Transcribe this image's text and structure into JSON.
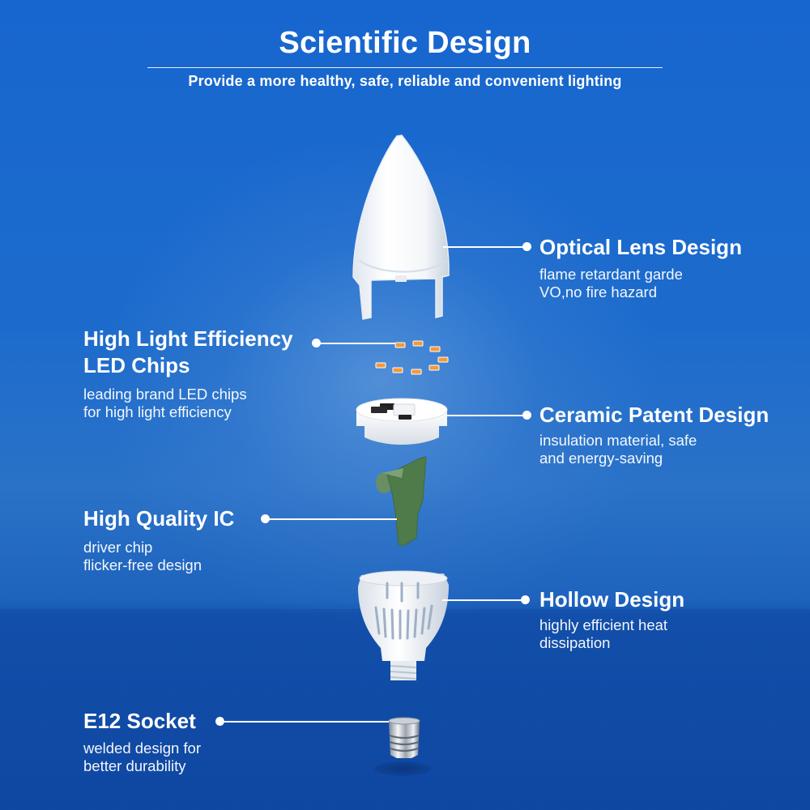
{
  "header": {
    "title": "Scientific Design",
    "subtitle": "Provide a more healthy, safe, reliable and convenient lighting"
  },
  "colors": {
    "background_top": "#1766cf",
    "background_bottom": "#1150a9",
    "text": "#ffffff",
    "led_chip": "#f29a3a",
    "ic_board": "#4f7a4a"
  },
  "features": [
    {
      "id": "optical-lens",
      "title": "Optical Lens Design",
      "desc_lines": [
        "flame retardant garde",
        "VO,no fire hazard"
      ],
      "side": "right",
      "part_icon": "lens-cover-icon"
    },
    {
      "id": "led-chips",
      "title_lines": [
        "High Light Efficiency",
        "LED Chips"
      ],
      "desc_lines": [
        "leading brand LED chips",
        "for high light efficiency"
      ],
      "side": "left",
      "part_icon": "led-chips-icon"
    },
    {
      "id": "ceramic",
      "title": "Ceramic Patent Design",
      "desc_lines": [
        "insulation material, safe",
        "and energy-saving"
      ],
      "side": "right",
      "part_icon": "ceramic-base-icon"
    },
    {
      "id": "ic",
      "title": "High Quality IC",
      "desc_lines": [
        "driver chip",
        "flicker-free design"
      ],
      "side": "left",
      "part_icon": "driver-board-icon"
    },
    {
      "id": "hollow",
      "title": "Hollow Design",
      "desc_lines": [
        "highly efficient heat",
        "dissipation"
      ],
      "side": "right",
      "part_icon": "heatsink-housing-icon"
    },
    {
      "id": "socket",
      "title": "E12 Socket",
      "desc_lines": [
        "welded design for",
        "better durability"
      ],
      "side": "left",
      "part_icon": "e12-socket-icon"
    }
  ]
}
